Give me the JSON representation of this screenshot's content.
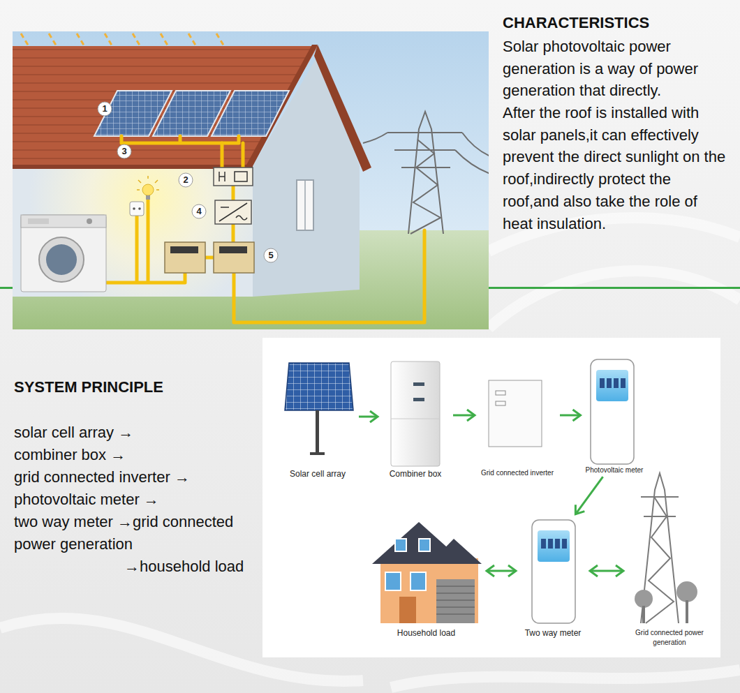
{
  "diagram": {
    "nodes": [
      {
        "text": [
          "Solar cell array"
        ]
      },
      {
        "text": [
          "Combiner box"
        ]
      },
      {
        "text": [
          "Grid connected inverter"
        ]
      },
      {
        "text": [
          "Photovoltaic meter"
        ]
      },
      {
        "text": [
          "Household load"
        ]
      },
      {
        "text": [
          "Two way meter"
        ]
      },
      {
        "text": [
          "Grid connected power generation"
        ]
      }
    ],
    "edges": [
      {
        "from": 0,
        "to": 1,
        "arrow": "to"
      },
      {
        "from": 1,
        "to": 2,
        "arrow": "to"
      },
      {
        "from": 2,
        "to": 3,
        "arrow": "to"
      },
      {
        "from": 3,
        "to": 5,
        "arrow": "to"
      },
      {
        "from": 5,
        "to": 4,
        "arrow": "both"
      },
      {
        "from": 5,
        "to": 6,
        "arrow": "both"
      }
    ],
    "labels": [
      "1",
      "2",
      "3",
      "4",
      "5",
      "CHARACTERISTICS",
      "Solar photovoltaic power generation is a way of power generation that directly.",
      "After the roof is installed with solar panels,it can effectively prevent the direct sunlight on the roof,indirectly protect the roof,and also take the role of heat insulation.",
      "SYSTEM PRINCIPLE",
      "solar cell array →",
      "combiner box →",
      "grid connected inverter →",
      "photovoltaic meter →",
      "two way meter →grid connected power generation",
      "→household load"
    ]
  }
}
